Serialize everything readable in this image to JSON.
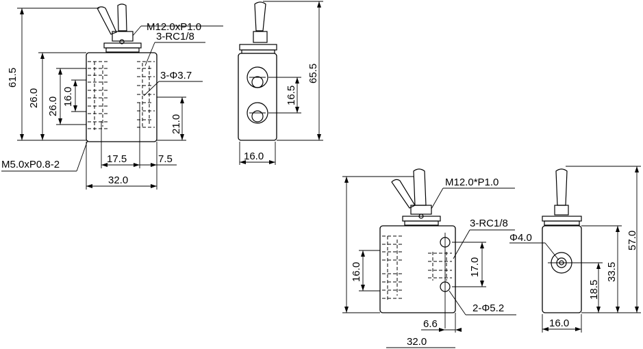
{
  "top_left_view": {
    "labels": {
      "thread": "M12.0xP1.0",
      "ports": "3-RC1/8",
      "holes": "3-Φ3.7",
      "mount": "M5.0xP0.8-2"
    },
    "dims": {
      "h_total": "61.5",
      "h_body_outer": "26.0",
      "h_body_inner": "26.0",
      "h_16": "16.0",
      "h_21": "21.0",
      "w_17_5": "17.5",
      "w_7_5": "7.5",
      "w_32": "32.0"
    }
  },
  "top_right_view": {
    "dims": {
      "h_total": "65.5",
      "h_16_5": "16.5",
      "w_16": "16.0"
    }
  },
  "bottom_left_view": {
    "labels": {
      "thread": "M12.0*P1.0",
      "ports": "3-RC1/8",
      "holes": "2-Φ5.2"
    },
    "dims": {
      "h_16": "16.0",
      "h_17": "17.0",
      "w_6_6": "6.6",
      "w_32": "32.0"
    }
  },
  "bottom_right_view": {
    "labels": {
      "hole": "Φ4.0"
    },
    "dims": {
      "h_57": "57.0",
      "h_33_5": "33.5",
      "h_18_5": "18.5",
      "w_16": "16.0"
    }
  }
}
